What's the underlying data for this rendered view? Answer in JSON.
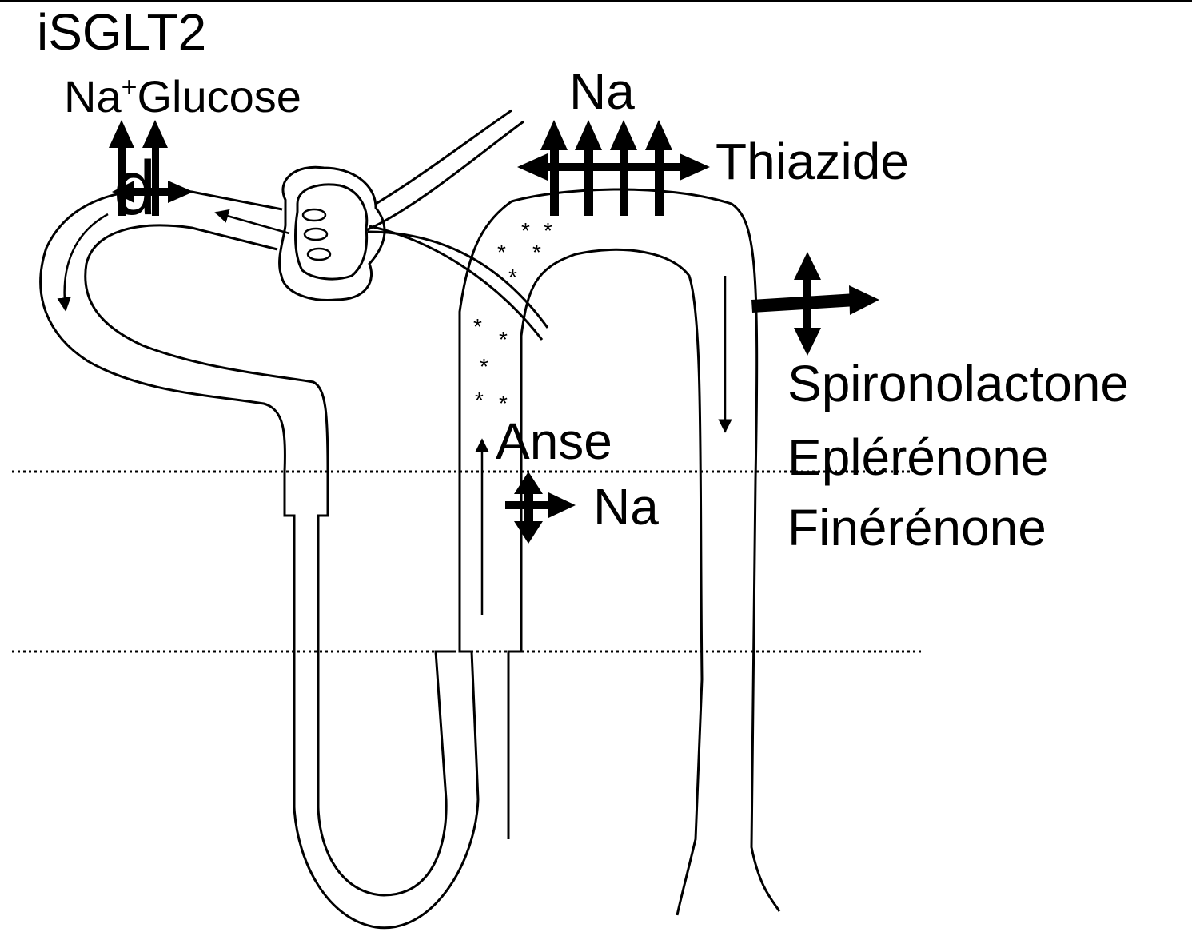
{
  "labels": {
    "isglt2": "iSGLT2",
    "na_glucose_na": "Na",
    "na_glucose_plus": "+",
    "na_glucose_glucose": "Glucose",
    "na_top": "Na",
    "thiazide": "Thiazide",
    "anse": "Anse",
    "na_anse": "Na",
    "spironolactone": "Spironolactone",
    "eplerenone": "Eplérénone",
    "finerenone": "Finérénone",
    "glyph_d": "d"
  },
  "colors": {
    "ink": "#000000",
    "background": "#ffffff",
    "dotted_line": "#000000"
  }
}
